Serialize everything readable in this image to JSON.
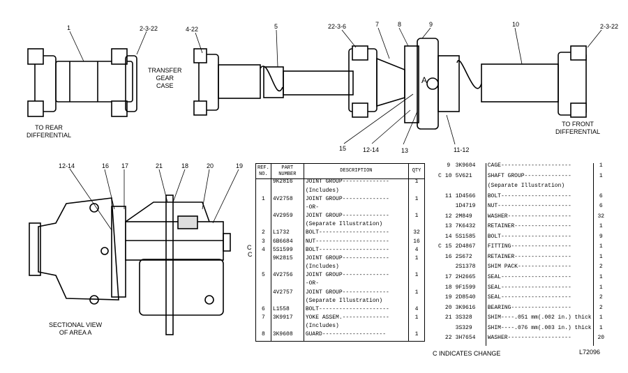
{
  "labels": {
    "l1": "1",
    "l2322a": "2-3-22",
    "l422": "4-22",
    "l5": "5",
    "l2236": "22-3-6",
    "l7": "7",
    "l8": "8",
    "l9": "9",
    "l10": "10",
    "l2322b": "2-3-22",
    "la": "A",
    "l15": "15",
    "l1214a": "12-14",
    "l13": "13",
    "l1112": "11-12",
    "l1214b": "12-14",
    "l16": "16",
    "l17": "17",
    "l21": "21",
    "l18": "18",
    "l20": "20",
    "l19": "19",
    "lc": "C"
  },
  "captions": {
    "transfer": "TRANSFER\nGEAR\nCASE",
    "to_rear": "TO REAR\nDIFFERENTIAL",
    "to_front": "TO FRONT\nDIFFERENTIAL",
    "sectional": "SECTIONAL VIEW\nOF AREA A",
    "change_note": "C INDICATES CHANGE",
    "drawing_no": "L72096"
  },
  "table_headers": {
    "ref": "REF.\nNO.",
    "part": "PART\nNUMBER",
    "desc": "DESCRIPTION",
    "qty": "QTY"
  },
  "table1": [
    {
      "mark": "",
      "ref": "",
      "pn": "9K2816",
      "desc": "JOINT GROUP--------------",
      "qty": "1"
    },
    {
      "mark": "",
      "ref": "",
      "pn": "",
      "desc": "  (Includes)",
      "qty": ""
    },
    {
      "mark": "",
      "ref": "1",
      "pn": "4V2758",
      "desc": " JOINT GROUP--------------",
      "qty": "1"
    },
    {
      "mark": "",
      "ref": "",
      "pn": "",
      "desc": "      -OR-",
      "qty": ""
    },
    {
      "mark": "",
      "ref": "",
      "pn": "4V2959",
      "desc": " JOINT GROUP--------------",
      "qty": "1"
    },
    {
      "mark": "",
      "ref": "",
      "pn": "",
      "desc": "  (Separate Illustration)",
      "qty": ""
    },
    {
      "mark": "",
      "ref": "2",
      "pn": "L1732",
      "desc": "BOLT---------------------",
      "qty": "32"
    },
    {
      "mark": "",
      "ref": "3",
      "pn": "6B6684",
      "desc": "NUT----------------------",
      "qty": "16"
    },
    {
      "mark": "C",
      "ref": "4",
      "pn": "5S1599",
      "desc": "BOLT---------------------",
      "qty": "4"
    },
    {
      "mark": "",
      "ref": "",
      "pn": "9K2815",
      "desc": "JOINT GROUP--------------",
      "qty": "1"
    },
    {
      "mark": "",
      "ref": "",
      "pn": "",
      "desc": "  (Includes)",
      "qty": ""
    },
    {
      "mark": "",
      "ref": "5",
      "pn": "4V2756",
      "desc": " JOINT GROUP--------------",
      "qty": "1"
    },
    {
      "mark": "",
      "ref": "",
      "pn": "",
      "desc": "      -OR-",
      "qty": ""
    },
    {
      "mark": "",
      "ref": "",
      "pn": "4V2757",
      "desc": " JOINT GROUP--------------",
      "qty": "1"
    },
    {
      "mark": "",
      "ref": "",
      "pn": "",
      "desc": "  (Separate Illustration)",
      "qty": ""
    },
    {
      "mark": "",
      "ref": "6",
      "pn": "L1558",
      "desc": "BOLT---------------------",
      "qty": "4"
    },
    {
      "mark": "",
      "ref": "7",
      "pn": "3K9917",
      "desc": "YOKE ASSEM.--------------",
      "qty": "1"
    },
    {
      "mark": "",
      "ref": "",
      "pn": "",
      "desc": "  (Includes)",
      "qty": ""
    },
    {
      "mark": "",
      "ref": "8",
      "pn": "3K9608",
      "desc": " GUARD-------------------",
      "qty": "1"
    }
  ],
  "table2": [
    {
      "mark": "",
      "ref": "9",
      "pn": "3K9604",
      "desc": "CAGE---------------------",
      "qty": "1"
    },
    {
      "mark": "C",
      "ref": "10",
      "pn": "5V621",
      "desc": "SHAFT GROUP--------------",
      "qty": "1"
    },
    {
      "mark": "",
      "ref": "",
      "pn": "",
      "desc": "  (Separate Illustration)",
      "qty": ""
    },
    {
      "mark": "",
      "ref": "11",
      "pn": "1D4566",
      "desc": "BOLT---------------------",
      "qty": "6"
    },
    {
      "mark": "",
      "ref": "",
      "pn": "1D4719",
      "desc": "NUT----------------------",
      "qty": "6"
    },
    {
      "mark": "",
      "ref": "12",
      "pn": "2M849",
      "desc": "WASHER-------------------",
      "qty": "32"
    },
    {
      "mark": "",
      "ref": "13",
      "pn": "7K6432",
      "desc": "RETAINER-----------------",
      "qty": "1"
    },
    {
      "mark": "",
      "ref": "14",
      "pn": "5S1585",
      "desc": "BOLT---------------------",
      "qty": "9"
    },
    {
      "mark": "C",
      "ref": "15",
      "pn": "2D4867",
      "desc": "FITTING------------------",
      "qty": "1"
    },
    {
      "mark": "",
      "ref": "16",
      "pn": "2S672",
      "desc": "RETAINER-----------------",
      "qty": "1"
    },
    {
      "mark": "",
      "ref": "",
      "pn": "2S1378",
      "desc": "SHIM PACK----------------",
      "qty": "2"
    },
    {
      "mark": "",
      "ref": "17",
      "pn": "2H2665",
      "desc": "SEAL---------------------",
      "qty": "1"
    },
    {
      "mark": "",
      "ref": "18",
      "pn": "9F1599",
      "desc": "SEAL---------------------",
      "qty": "1"
    },
    {
      "mark": "",
      "ref": "19",
      "pn": "2D8540",
      "desc": "SEAL---------------------",
      "qty": "2"
    },
    {
      "mark": "",
      "ref": "20",
      "pn": "3K9616",
      "desc": "BEARING------------------",
      "qty": "2"
    },
    {
      "mark": "",
      "ref": "21",
      "pn": "3S328",
      "desc": "SHIM----.051 mm(.002 in.) thick",
      "qty": "1"
    },
    {
      "mark": "",
      "ref": "",
      "pn": "3S329",
      "desc": "SHIM----.076 mm(.003 in.) thick",
      "qty": "1"
    },
    {
      "mark": "",
      "ref": "22",
      "pn": "3H7654",
      "desc": "WASHER-------------------",
      "qty": "20"
    }
  ]
}
